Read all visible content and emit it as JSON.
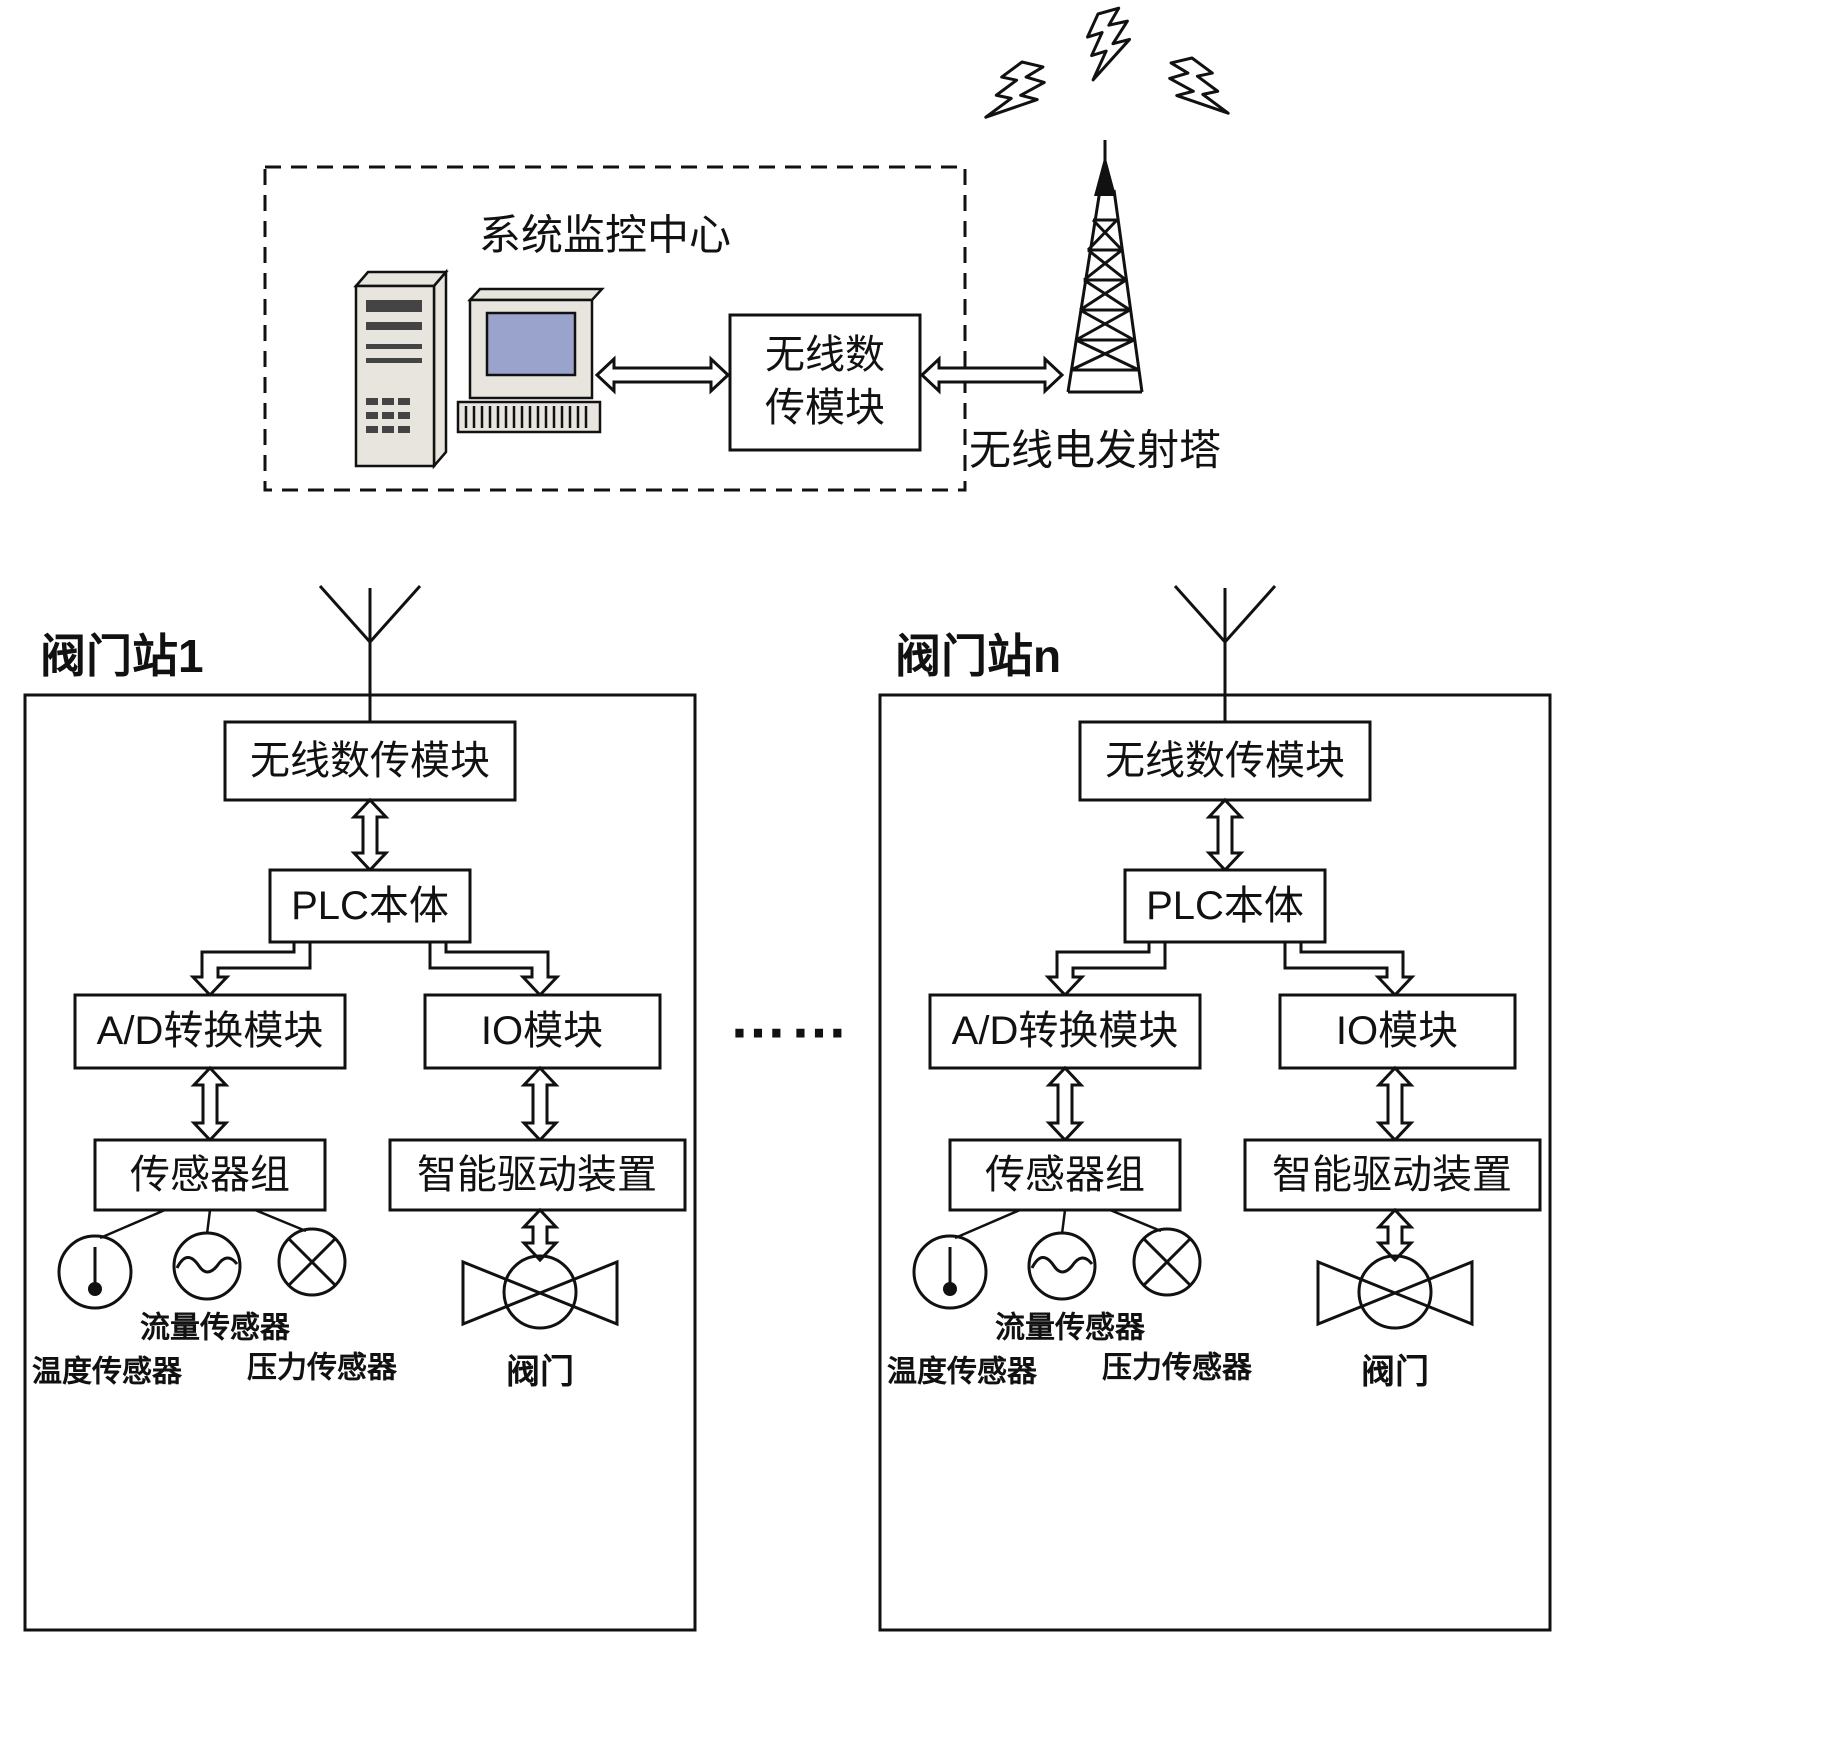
{
  "monitoring_center": {
    "label": "系统监控中心",
    "wireless_module_line1": "无线数",
    "wireless_module_line2": "传模块",
    "tower_label": "无线电发射塔"
  },
  "separator_dots": "……",
  "stations": [
    {
      "title": "阀门站1",
      "wireless_module": "无线数传模块",
      "plc": "PLC本体",
      "ad_module": "A/D转换模块",
      "io_module": "IO模块",
      "sensor_group": "传感器组",
      "drive_device": "智能驱动装置",
      "flow_sensor_label": "流量传感器",
      "temp_sensor_label": "温度传感器",
      "pressure_sensor_label": "压力传感器",
      "valve_label": "阀门"
    },
    {
      "title": "阀门站n",
      "wireless_module": "无线数传模块",
      "plc": "PLC本体",
      "ad_module": "A/D转换模块",
      "io_module": "IO模块",
      "sensor_group": "传感器组",
      "drive_device": "智能驱动装置",
      "flow_sensor_label": "流量传感器",
      "temp_sensor_label": "温度传感器",
      "pressure_sensor_label": "压力传感器",
      "valve_label": "阀门"
    }
  ],
  "icons": {
    "computer_tower": "desktop-tower",
    "monitor": "crt-monitor-with-keyboard",
    "radio_tower": "lattice-radio-tower",
    "lightning": "radio-wave-lightning",
    "antenna": "whip-antenna",
    "temperature_sensor": "thermometer-in-circle",
    "flow_sensor": "wave-in-circle",
    "pressure_sensor": "cross-in-circle",
    "valve": "bowtie-valve-with-circle"
  },
  "colors": {
    "line": "#111111",
    "screen_blue": "#9aa3cc",
    "device_body": "#e8e5de"
  }
}
